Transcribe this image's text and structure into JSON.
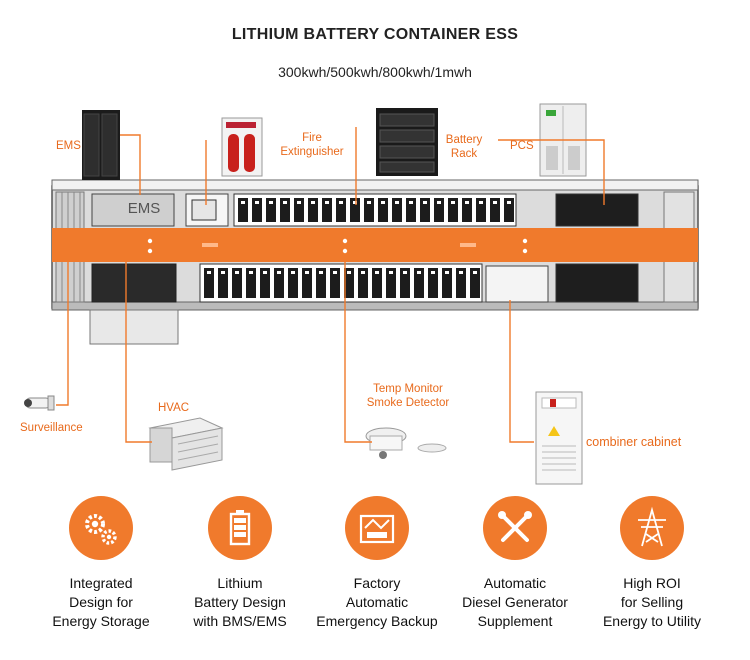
{
  "header": {
    "title": "LITHIUM BATTERY CONTAINER ESS",
    "subtitle": "300kwh/500kwh/800kwh/1mwh"
  },
  "labels": {
    "ems": "EMS",
    "ems_panel": "EMS",
    "fire_line1": "Fire",
    "fire_line2": "Extinguisher",
    "battery_line1": "Battery",
    "battery_line2": "Rack",
    "pcs": "PCS",
    "surveillance": "Surveillance",
    "hvac": "HVAC",
    "temp_line1": "Temp Monitor",
    "temp_line2": "Smoke Detector",
    "combiner": "combiner cabinet"
  },
  "features": [
    {
      "icon": "gears-icon",
      "line1": "Integrated",
      "line2": "Design for",
      "line3": "Energy Storage"
    },
    {
      "icon": "battery-icon",
      "line1": "Lithium",
      "line2": "Battery Design",
      "line3": "with BMS/EMS"
    },
    {
      "icon": "factory-icon",
      "line1": "Factory",
      "line2": "Automatic",
      "line3": "Emergency Backup"
    },
    {
      "icon": "tools-icon",
      "line1": "Automatic",
      "line2": "Diesel Generator",
      "line3": "Supplement"
    },
    {
      "icon": "power-tower-icon",
      "line1": "High ROI",
      "line2": "for Selling",
      "line3": "Energy to Utility"
    }
  ],
  "colors": {
    "accent": "#f07a2c",
    "label": "#e86a1c",
    "container_frame": "#2b2b2b",
    "battery_module": "#1c1c1c"
  }
}
